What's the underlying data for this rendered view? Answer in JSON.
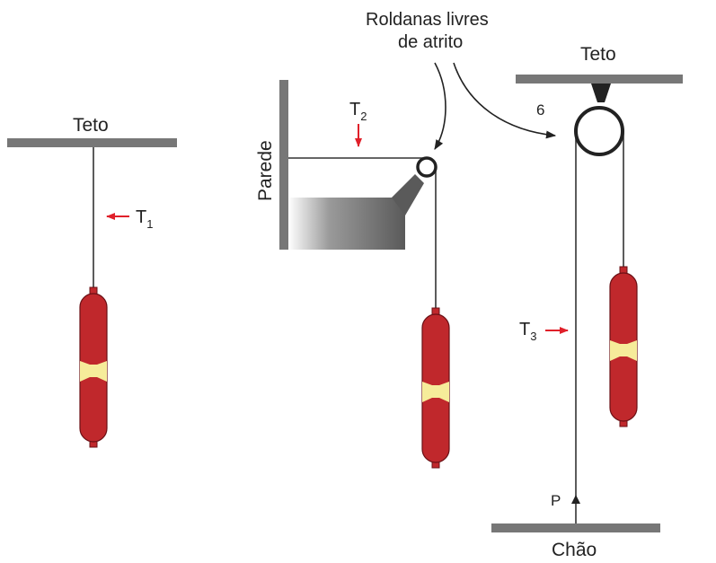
{
  "labels": {
    "ceiling": "Teto",
    "wall": "Parede",
    "floor": "Chão",
    "pulleys_line1": "Roldanas livres",
    "pulleys_line2": "de atrito",
    "mark_6": "6",
    "mark_p": "P"
  },
  "tensions": {
    "t1": {
      "letter": "T",
      "index": "1"
    },
    "t2": {
      "letter": "T",
      "index": "2"
    },
    "t3": {
      "letter": "T",
      "index": "3"
    }
  },
  "colors": {
    "structure": "#777777",
    "rope": "#333333",
    "weight": "#c0282c",
    "weight_band": "#f6ec9a",
    "arrow": "#e0202a"
  }
}
